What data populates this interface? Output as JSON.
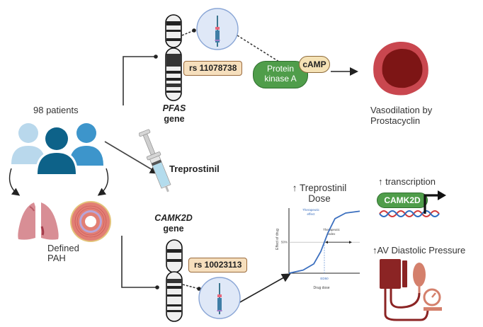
{
  "patients": {
    "label": "98 patients",
    "icon": "people-group-icon"
  },
  "pah": {
    "label_line1": "Defined",
    "label_line2": "PAH",
    "icons": [
      "lungs-icon",
      "artery-cross-section-icon"
    ]
  },
  "pfas": {
    "gene_name": "PFAS",
    "gene_word": "gene",
    "snp": "rs 11078738",
    "icons": [
      "chromosome-icon",
      "dna-magnifier-icon"
    ]
  },
  "pathway": {
    "enzyme_line1": "Protein",
    "enzyme_line2": "kinase A",
    "messenger": "cAMP",
    "outcome_line1": "Vasodilation by",
    "outcome_line2": "Prostacyclin",
    "icons": [
      "blood-vessel-icon"
    ]
  },
  "drug": {
    "label": "Treprostinil",
    "icon": "syringe-icon"
  },
  "camk2d": {
    "gene_name": "CAMK2D",
    "gene_word": "gene",
    "snp": "rs 10023113",
    "icons": [
      "chromosome-icon",
      "dna-magnifier-icon"
    ]
  },
  "dose": {
    "title_line1": "↑ Treprostinil",
    "title_line2": "Dose"
  },
  "chart_data": {
    "type": "line",
    "title": "",
    "xlabel": "Drug dose",
    "ylabel": "Effect of drug",
    "y_reference_label": "50%",
    "x_reference_label": "ED50",
    "annotations": [
      "Therapeutic effect",
      "Therapeutic index"
    ],
    "series": [
      {
        "name": "Dose-response curve",
        "shape": "sigmoid",
        "x": [
          0,
          0.2,
          0.35,
          0.45,
          0.5,
          0.55,
          0.65,
          0.8,
          1.0
        ],
        "y": [
          0,
          0.05,
          0.15,
          0.35,
          0.5,
          0.65,
          0.88,
          0.97,
          1.0
        ]
      }
    ],
    "xlim": [
      0,
      1
    ],
    "ylim": [
      0,
      1.05
    ]
  },
  "transcription": {
    "label": "↑ transcription",
    "gene_box": "CAMK2D",
    "icons": [
      "promoter-arrow-icon",
      "dna-helix-icon"
    ]
  },
  "pressure": {
    "label": "↑AV Diastolic Pressure",
    "icon": "sphygmomanometer-icon"
  },
  "colors": {
    "green": "#4f9d4a",
    "snp_fill": "#f6dfbd",
    "snp_border": "#9a6a3c",
    "camp_fill": "#f5e2b5",
    "vessel": "#c9474f",
    "vessel_dark": "#7d1515",
    "curve": "#3b6fbf",
    "pressure_dark": "#8b2424",
    "pressure_light": "#d4806c",
    "patient_light": "#b9d8ec",
    "patient_mid": "#3d95cb",
    "patient_dark": "#0d6289"
  }
}
